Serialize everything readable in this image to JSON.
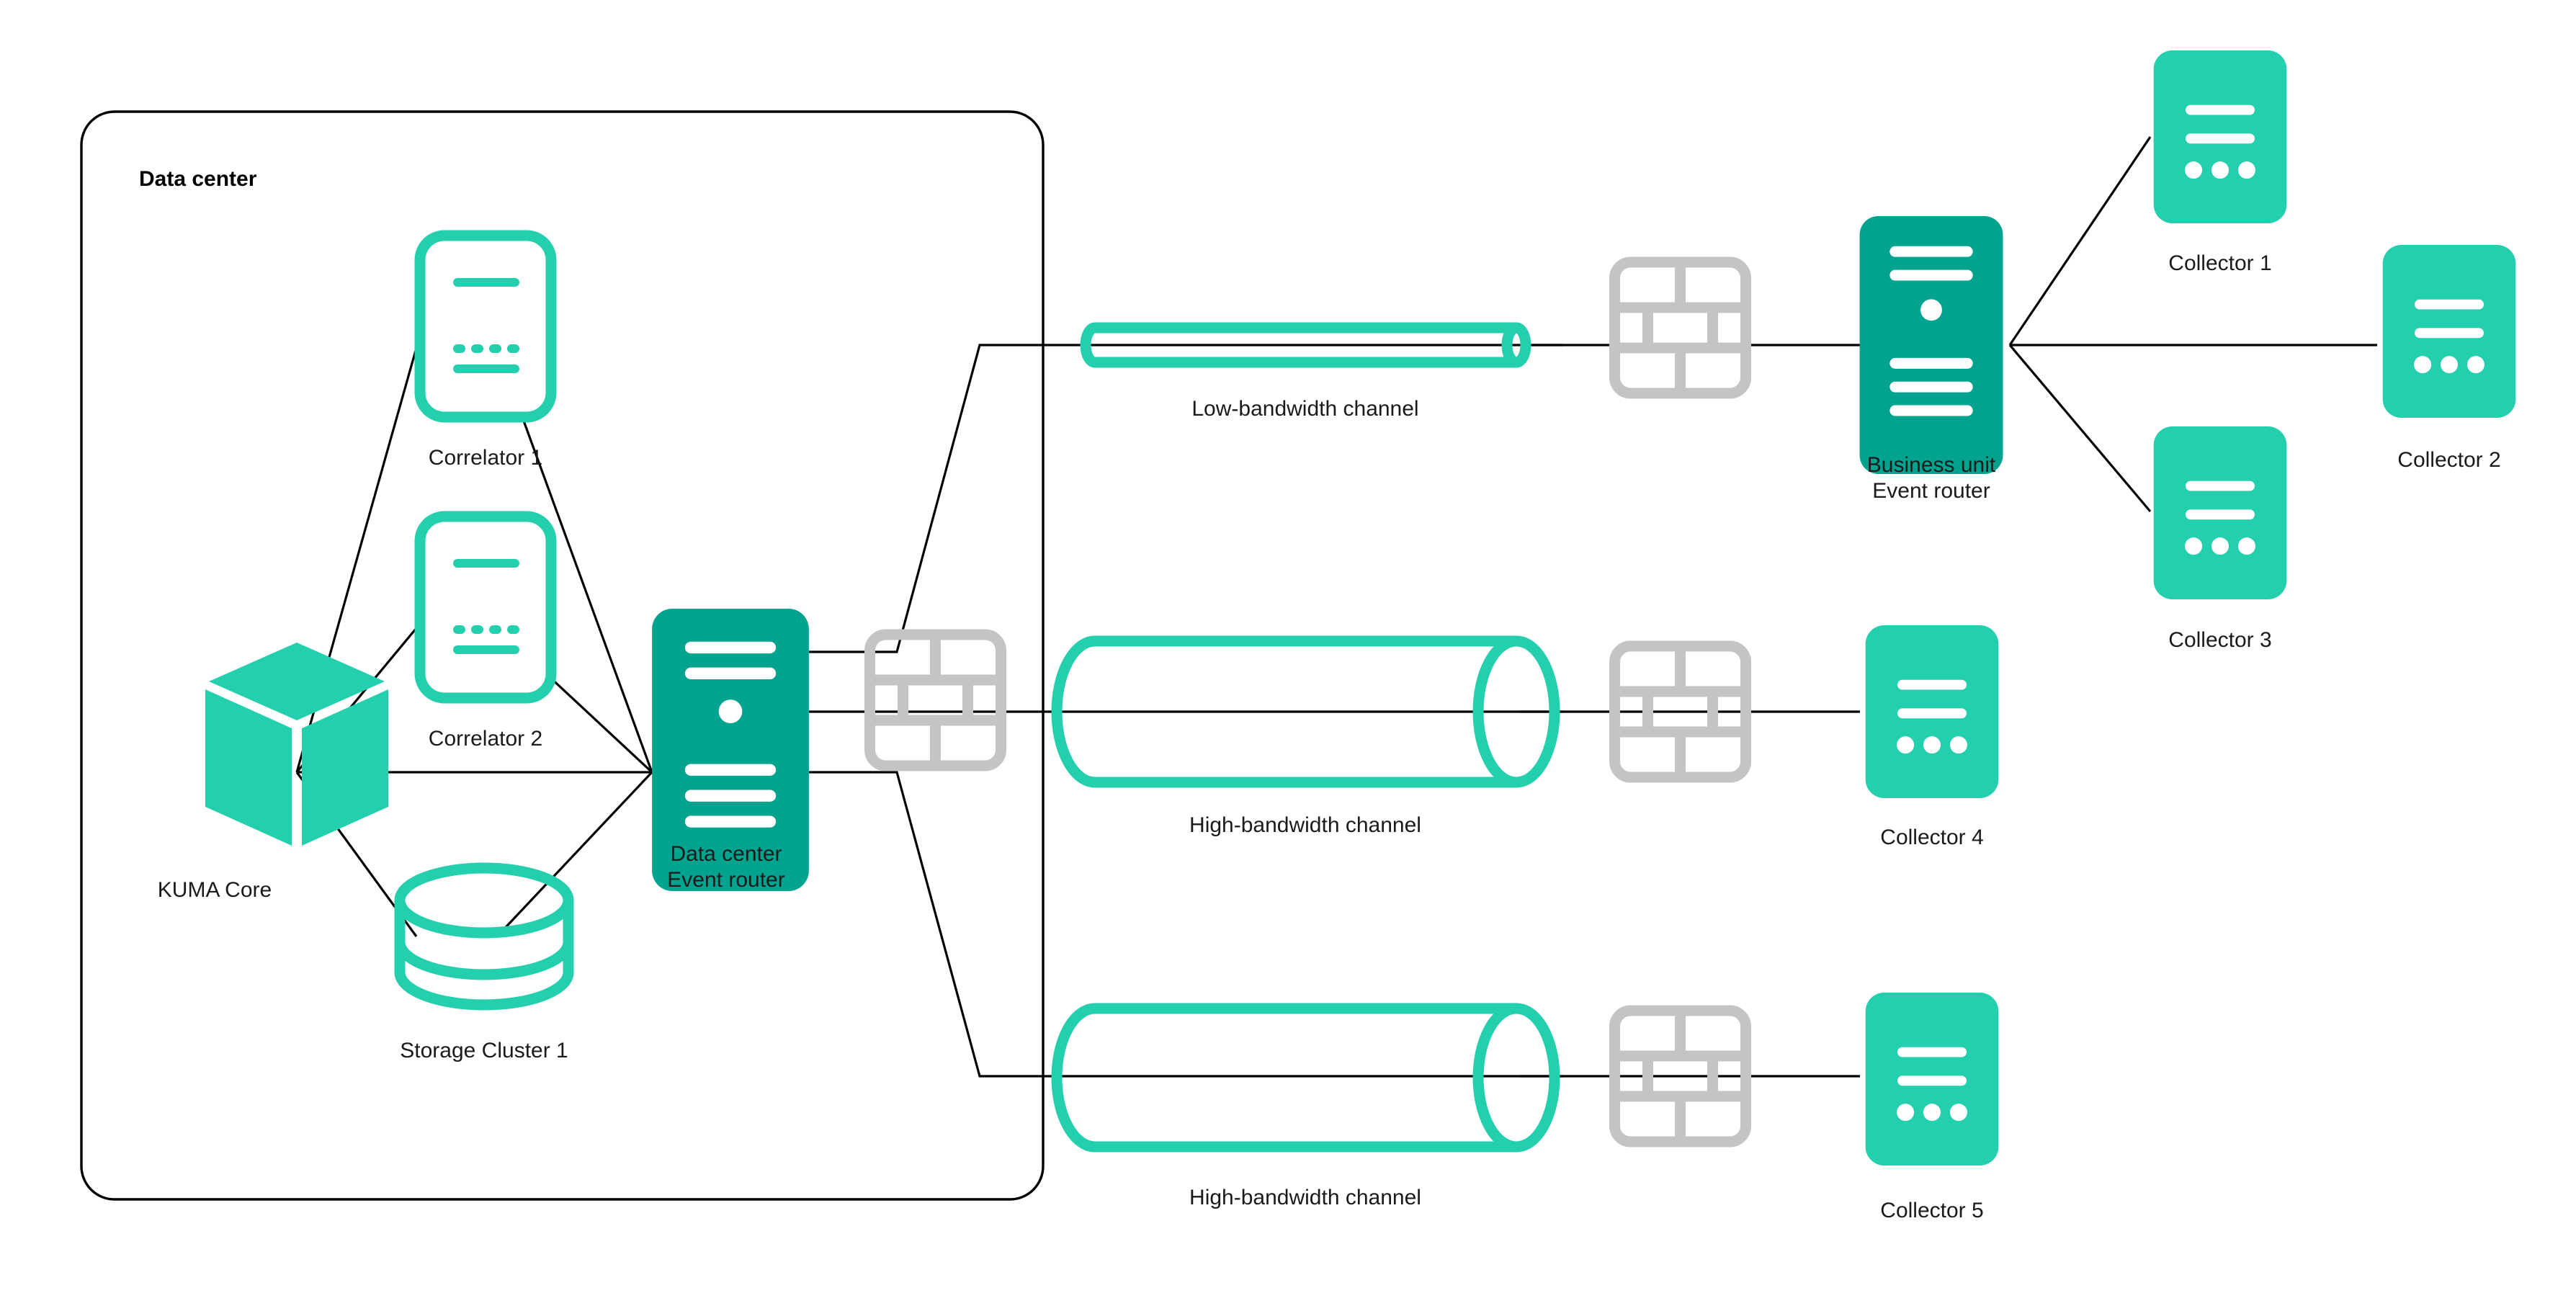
{
  "diagram": {
    "title": "KUMA distributed event router architecture",
    "colors": {
      "teal_dark": "#00A38E",
      "teal_light": "#24CFAE",
      "line": "#000000",
      "firewall_gray": "#C4C4C4",
      "text": "#1A1A1A",
      "background": "#FFFFFF"
    },
    "group": {
      "name": "data-center-group",
      "label": "Data center"
    },
    "nodes": {
      "kuma_core": {
        "label": "KUMA Core",
        "icon": "cube-icon",
        "color": "#24CFAE"
      },
      "correlator1": {
        "label": "Correlator 1",
        "icon": "correlator-icon",
        "color": "#24CFAE"
      },
      "correlator2": {
        "label": "Correlator 2",
        "icon": "correlator-icon",
        "color": "#24CFAE"
      },
      "storage1": {
        "label": "Storage Cluster 1",
        "icon": "database-icon",
        "color": "#24CFAE"
      },
      "dc_event_router": {
        "label_line1": "Data center",
        "label_line2": "Event router",
        "icon": "server-icon",
        "color": "#00A38E"
      },
      "bu_event_router": {
        "label_line1": "Business unit",
        "label_line2": "Event router",
        "icon": "server-icon",
        "color": "#00A38E"
      },
      "collector1": {
        "label": "Collector 1",
        "icon": "collector-icon",
        "color": "#24CFAE"
      },
      "collector2": {
        "label": "Collector 2",
        "icon": "collector-icon",
        "color": "#24CFAE"
      },
      "collector3": {
        "label": "Collector 3",
        "icon": "collector-icon",
        "color": "#24CFAE"
      },
      "collector4": {
        "label": "Collector 4",
        "icon": "collector-icon",
        "color": "#24CFAE"
      },
      "collector5": {
        "label": "Collector 5",
        "icon": "collector-icon",
        "color": "#24CFAE"
      }
    },
    "channels": [
      {
        "id": "channel-low",
        "label": "Low-bandwidth channel",
        "icon": "pipe-icon",
        "bandwidth": "low"
      },
      {
        "id": "channel-high-1",
        "label": "High-bandwidth channel",
        "icon": "pipe-icon",
        "bandwidth": "high"
      },
      {
        "id": "channel-high-2",
        "label": "High-bandwidth channel",
        "icon": "pipe-icon",
        "bandwidth": "high"
      }
    ],
    "firewalls": [
      {
        "id": "firewall-dc",
        "icon": "firewall-icon"
      },
      {
        "id": "firewall-low",
        "icon": "firewall-icon"
      },
      {
        "id": "firewall-high-1",
        "icon": "firewall-icon"
      },
      {
        "id": "firewall-high-2",
        "icon": "firewall-icon"
      }
    ],
    "edges": [
      {
        "from": "kuma_core",
        "to": "correlator1"
      },
      {
        "from": "kuma_core",
        "to": "correlator2"
      },
      {
        "from": "kuma_core",
        "to": "storage1"
      },
      {
        "from": "kuma_core",
        "to": "dc_event_router"
      },
      {
        "from": "correlator1",
        "to": "dc_event_router"
      },
      {
        "from": "correlator2",
        "to": "dc_event_router"
      },
      {
        "from": "storage1",
        "to": "dc_event_router"
      },
      {
        "from": "dc_event_router",
        "to": "channel-low"
      },
      {
        "from": "dc_event_router",
        "to": "channel-high-1"
      },
      {
        "from": "dc_event_router",
        "to": "channel-high-2"
      },
      {
        "from": "channel-low",
        "to": "bu_event_router"
      },
      {
        "from": "channel-high-1",
        "to": "collector4"
      },
      {
        "from": "channel-high-2",
        "to": "collector5"
      },
      {
        "from": "bu_event_router",
        "to": "collector1"
      },
      {
        "from": "bu_event_router",
        "to": "collector2"
      },
      {
        "from": "bu_event_router",
        "to": "collector3"
      }
    ]
  }
}
